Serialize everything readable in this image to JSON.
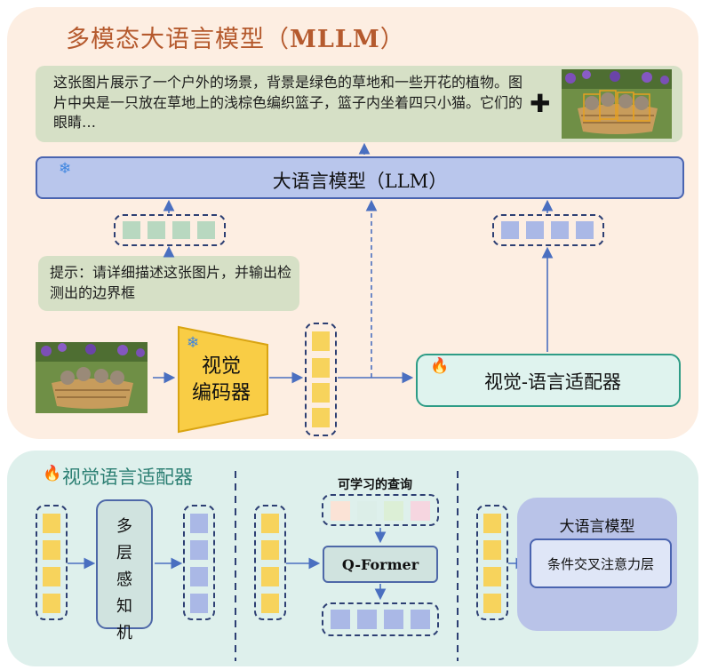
{
  "top_panel": {
    "title_cn": "多模态大语言模型（",
    "title_en": "MLLM",
    "title_close": "）"
  },
  "output": {
    "description_text": "这张图片展示了一个户外的场景，背景是绿色的草地和一些开花的植物。图片中央是一只放在草地上的浅棕色编织篮子，篮子内坐着四只小猫。它们的眼睛…",
    "plus_symbol": "✚"
  },
  "llm": {
    "label": "大语言模型（LLM）",
    "frozen_icon": "snowflake-icon"
  },
  "prompt": {
    "text": "提示：请详细描述这张图片，并输出检测出的边界框"
  },
  "vision_encoder": {
    "line1": "视觉",
    "line2": "编码器",
    "frozen_icon": "snowflake-icon"
  },
  "adapter": {
    "label": "视觉-语言适配器",
    "trainable_icon": "flame-icon"
  },
  "bottom_panel": {
    "title": "视觉语言适配器",
    "trainable_icon": "flame-icon",
    "mlp": {
      "chars": [
        "多",
        "层",
        "感",
        "知",
        "机"
      ]
    },
    "qformer": {
      "query_label": "可学习的查询",
      "label": "Q-Former"
    },
    "llm_block": {
      "title": "大语言模型",
      "cross_attention_label": "条件交叉注意力层"
    }
  },
  "colors": {
    "top_panel_bg": "#fdeee2",
    "bottom_panel_bg": "#def0ec",
    "llm_blue": "#b9c6ec",
    "token_green": "#b8d8c0",
    "token_yellow": "#f7d35c",
    "token_blue": "#aab8e6",
    "encoder_yellow": "#f9cd45",
    "arrow_blue": "#4a6fc0",
    "dash_navy": "#2d3f73",
    "title_orange": "#b55a2e",
    "title_teal": "#2c7f73"
  }
}
